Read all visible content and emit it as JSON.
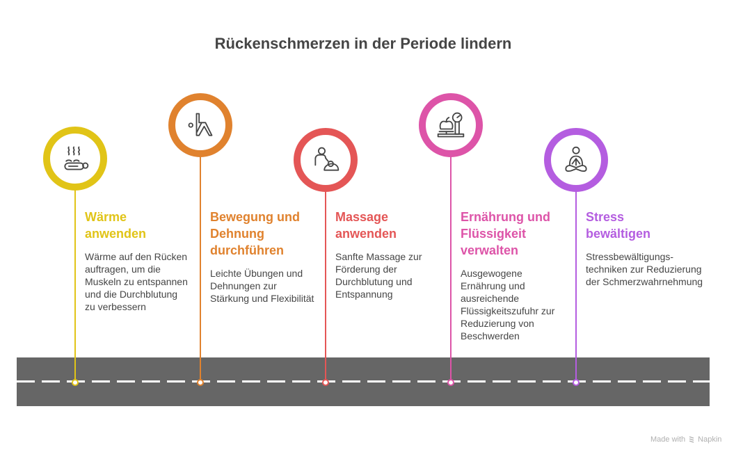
{
  "title": "Rückenschmerzen in der Periode lindern",
  "steps": [
    {
      "heading": "Wärme anwenden",
      "description": "Wärme auf den Rücken auftragen, um die Muskeln zu entspannen und die Durchblutung zu verbessern",
      "color": "#E1C417",
      "icon": "heat-therapy-icon"
    },
    {
      "heading": "Bewegung und Dehnung durchführen",
      "description": "Leichte Übungen und Dehnungen zur Stärkung und Flexibilität",
      "color": "#E0822E",
      "icon": "stretching-icon"
    },
    {
      "heading": "Massage anwenden",
      "description": "Sanfte Massage zur Förderung der Durchblutung und Entspannung",
      "color": "#E45656",
      "icon": "massage-icon"
    },
    {
      "heading": "Ernährung und Flüssigkeit verwalten",
      "description": "Ausgewogene Ernährung und ausreichende Flüssigkeitszufuhr zur Reduzierung von Beschwerden",
      "color": "#DD54A8",
      "icon": "nutrition-scale-icon"
    },
    {
      "heading": "Stress bewältigen",
      "description": "Stressbewältigungs-techniken zur Reduzierung der Schmerzwahrnehmung",
      "color": "#B45DE0",
      "icon": "meditation-icon"
    }
  ],
  "footer": {
    "made_with": "Made with",
    "brand": "Napkin"
  }
}
